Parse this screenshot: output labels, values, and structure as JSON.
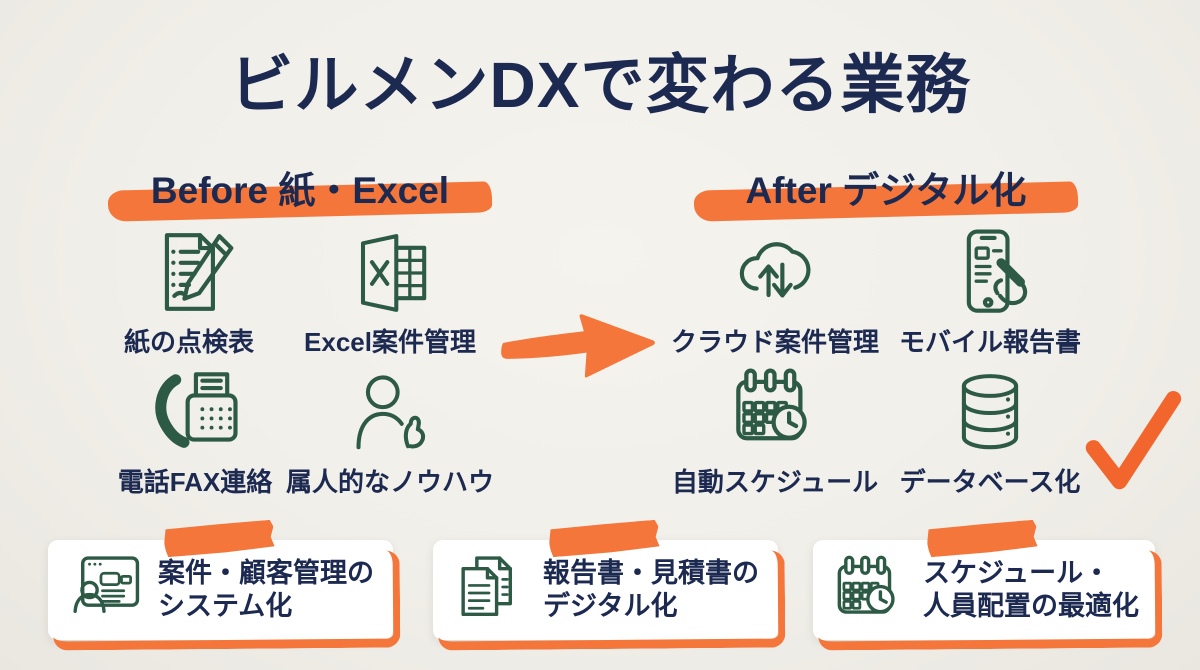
{
  "title": "ビルメンDXで変わる業務",
  "before": {
    "heading": "Before 紙・Excel",
    "items": [
      {
        "icon": "paper-checklist-icon",
        "label": "紙の点検表"
      },
      {
        "icon": "excel-icon",
        "label": "Excel案件管理"
      },
      {
        "icon": "phone-fax-icon",
        "label": "電話FAX連絡"
      },
      {
        "icon": "person-knowhow-icon",
        "label": "属人的なノウハウ"
      }
    ]
  },
  "after": {
    "heading": "After デジタル化",
    "items": [
      {
        "icon": "cloud-sync-icon",
        "label": "クラウド案件管理"
      },
      {
        "icon": "mobile-report-icon",
        "label": "モバイル報告書"
      },
      {
        "icon": "calendar-clock-icon",
        "label": "自動スケジュール"
      },
      {
        "icon": "database-icon",
        "label": "データベース化"
      }
    ]
  },
  "transition": {
    "arrow_icon": "arrow-right-icon",
    "check_icon": "checkmark-icon"
  },
  "benefits": [
    {
      "icon": "crm-system-icon",
      "line1": "案件・顧客管理の",
      "line2": "システム化"
    },
    {
      "icon": "documents-icon",
      "line1": "報告書・見積書の",
      "line2": "デジタル化"
    },
    {
      "icon": "schedule-optimize-icon",
      "line1": "スケジュール・",
      "line2": "人員配置の最適化"
    }
  ],
  "palette": {
    "background": "#f1efe9",
    "navy": "#1c2950",
    "green": "#2d5a45",
    "orange": "#f4763a",
    "orange_deep": "#f2652c",
    "card_bg": "#ffffff"
  }
}
